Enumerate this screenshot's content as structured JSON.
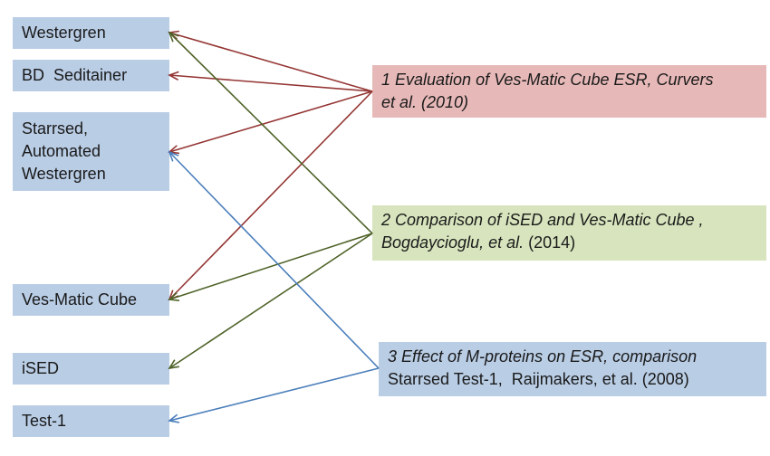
{
  "methods": [
    {
      "id": "westergren",
      "lines": [
        "Westergren"
      ]
    },
    {
      "id": "bd-seditainer",
      "lines": [
        "BD  Seditainer"
      ]
    },
    {
      "id": "starrsed",
      "lines": [
        "Starrsed,",
        "Automated",
        "Westergren"
      ]
    },
    {
      "id": "ves-matic-cube",
      "lines": [
        "Ves-Matic Cube"
      ]
    },
    {
      "id": "ised",
      "lines": [
        "iSED"
      ]
    },
    {
      "id": "test-1",
      "lines": [
        "Test-1"
      ]
    }
  ],
  "references": [
    {
      "id": "ref1",
      "color": "#e6b9b8",
      "line1": {
        "italic": "1  Evaluation of Ves-Matic Cube ESR, Curvers",
        "plain": ""
      },
      "line2": {
        "italic": "et al. (2010)",
        "plain": ""
      }
    },
    {
      "id": "ref2",
      "color": "#d7e4bd",
      "line1": {
        "italic": "2  Comparison of iSED and Ves-Matic Cube ,",
        "plain": ""
      },
      "line2": {
        "italic": "Bogdaycioglu, et al.",
        "plain": " (2014)"
      }
    },
    {
      "id": "ref3",
      "color": "#b9cde5",
      "line1": {
        "italic": "3  Effect of M-proteins on ESR, comparison",
        "plain": ""
      },
      "line2": {
        "italic": "",
        "plain": "Starrsed Test-1,  Raijmakers, et al. (2008)"
      }
    }
  ],
  "arrows": [
    {
      "from": "ref1",
      "to": "westergren",
      "color": "#943634"
    },
    {
      "from": "ref1",
      "to": "bd-seditainer",
      "color": "#943634"
    },
    {
      "from": "ref1",
      "to": "starrsed",
      "color": "#943634"
    },
    {
      "from": "ref1",
      "to": "ves-matic-cube",
      "color": "#943634"
    },
    {
      "from": "ref2",
      "to": "westergren",
      "color": "#4f6228"
    },
    {
      "from": "ref2",
      "to": "ves-matic-cube",
      "color": "#4f6228"
    },
    {
      "from": "ref2",
      "to": "ised",
      "color": "#4f6228"
    },
    {
      "from": "ref3",
      "to": "starrsed",
      "color": "#4a7ebb"
    },
    {
      "from": "ref3",
      "to": "test-1",
      "color": "#4a7ebb"
    }
  ],
  "colors": {
    "method_box": "#b9cde5",
    "text": "#1a1a1a"
  }
}
